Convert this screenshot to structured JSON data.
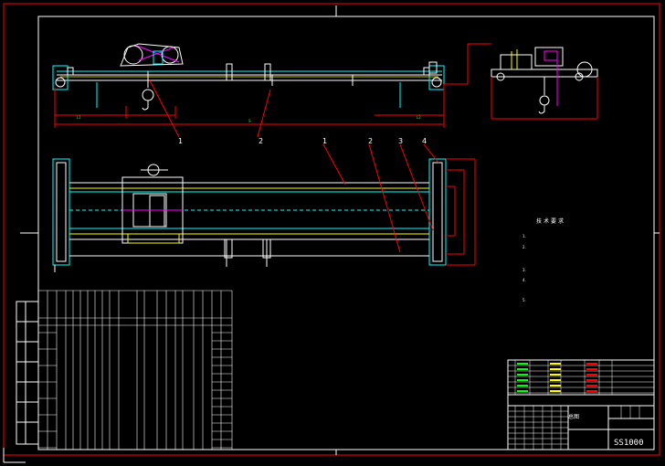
{
  "callouts": [
    "1",
    "2",
    "1",
    "2",
    "3",
    "4"
  ],
  "notes": {
    "title": "技术要求",
    "items": [
      "1.",
      "2.",
      "3.",
      "4.",
      "5."
    ]
  },
  "title_block": {
    "name": "总图",
    "code": "SS1000"
  },
  "colors": {
    "background": "#000000",
    "frame": "#ff0000",
    "lines": "#ffffff",
    "structure": "#ffff00",
    "detail": "#00ffff",
    "accent": "#ff00ff",
    "table_green": "#00ff00"
  },
  "ucs_icon": "ucs-axis-icon"
}
